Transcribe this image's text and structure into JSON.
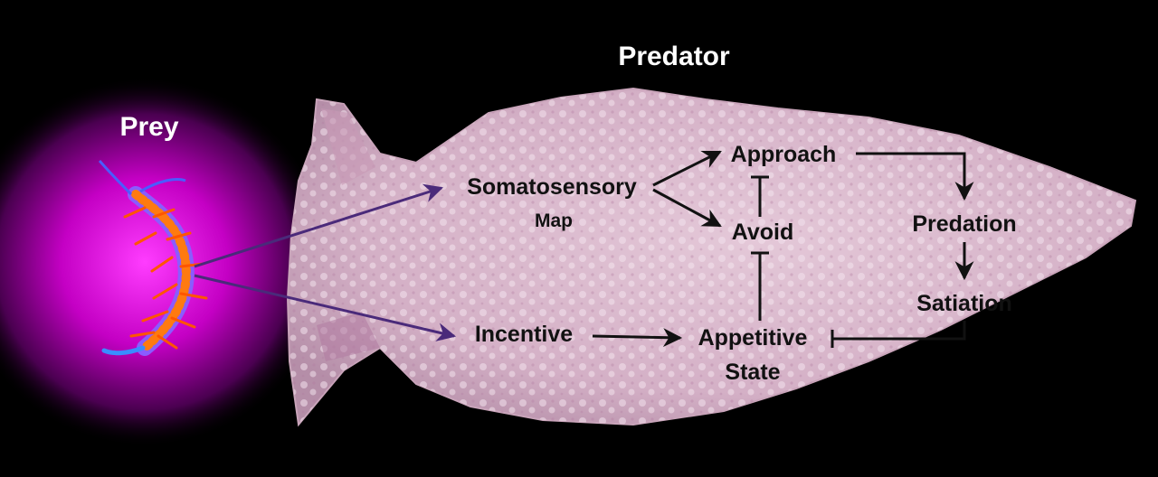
{
  "labels": {
    "predator": "Predator",
    "prey": "Prey",
    "somatosensory": "Somatosensory",
    "map": "Map",
    "approach": "Approach",
    "avoid": "Avoid",
    "predation": "Predation",
    "satiation": "Satiation",
    "incentive": "Incentive",
    "appetitive": "Appetitive",
    "state": "State"
  },
  "colors": {
    "background": "#000000",
    "prey_glow": "#e000e0",
    "predator_body": "#d8b8cc",
    "arrow": "#111111",
    "prey_link_arrow": "#4a2a7a",
    "prey_body_orange": "#ff6a00",
    "prey_body_violet": "#8a5cff"
  }
}
